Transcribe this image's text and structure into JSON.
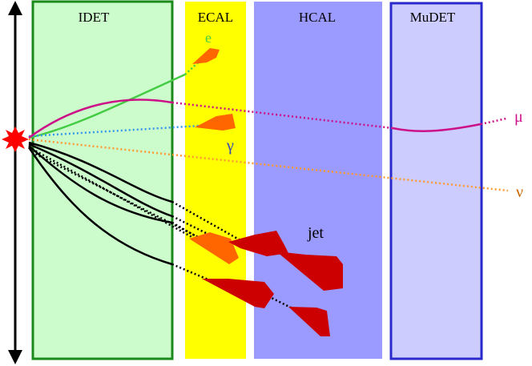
{
  "detectors": {
    "idet": {
      "label": "IDET",
      "fill": "#ccfccc",
      "stroke": "#1a8a1a"
    },
    "ecal": {
      "label": "ECAL",
      "fill": "#ffff00"
    },
    "hcal": {
      "label": "HCAL",
      "fill": "#9a9aff"
    },
    "mudet": {
      "label": "MuDET",
      "fill": "#ccccff",
      "stroke": "#2a2acc"
    }
  },
  "particles": {
    "electron": {
      "label": "e",
      "color": "#44cc44"
    },
    "photon": {
      "label": "γ",
      "color": "#3366dd"
    },
    "muon": {
      "label": "μ",
      "color": "#cc1188"
    },
    "neutrino": {
      "label": "ν",
      "color": "#ff9933"
    },
    "jet": {
      "label": "jet",
      "color": "#000000"
    }
  },
  "colors": {
    "interaction_point": "#ff0000",
    "ecal_deposit": "#ff6600",
    "hadronic_deposit": "#cc0000",
    "axis": "#000000"
  }
}
